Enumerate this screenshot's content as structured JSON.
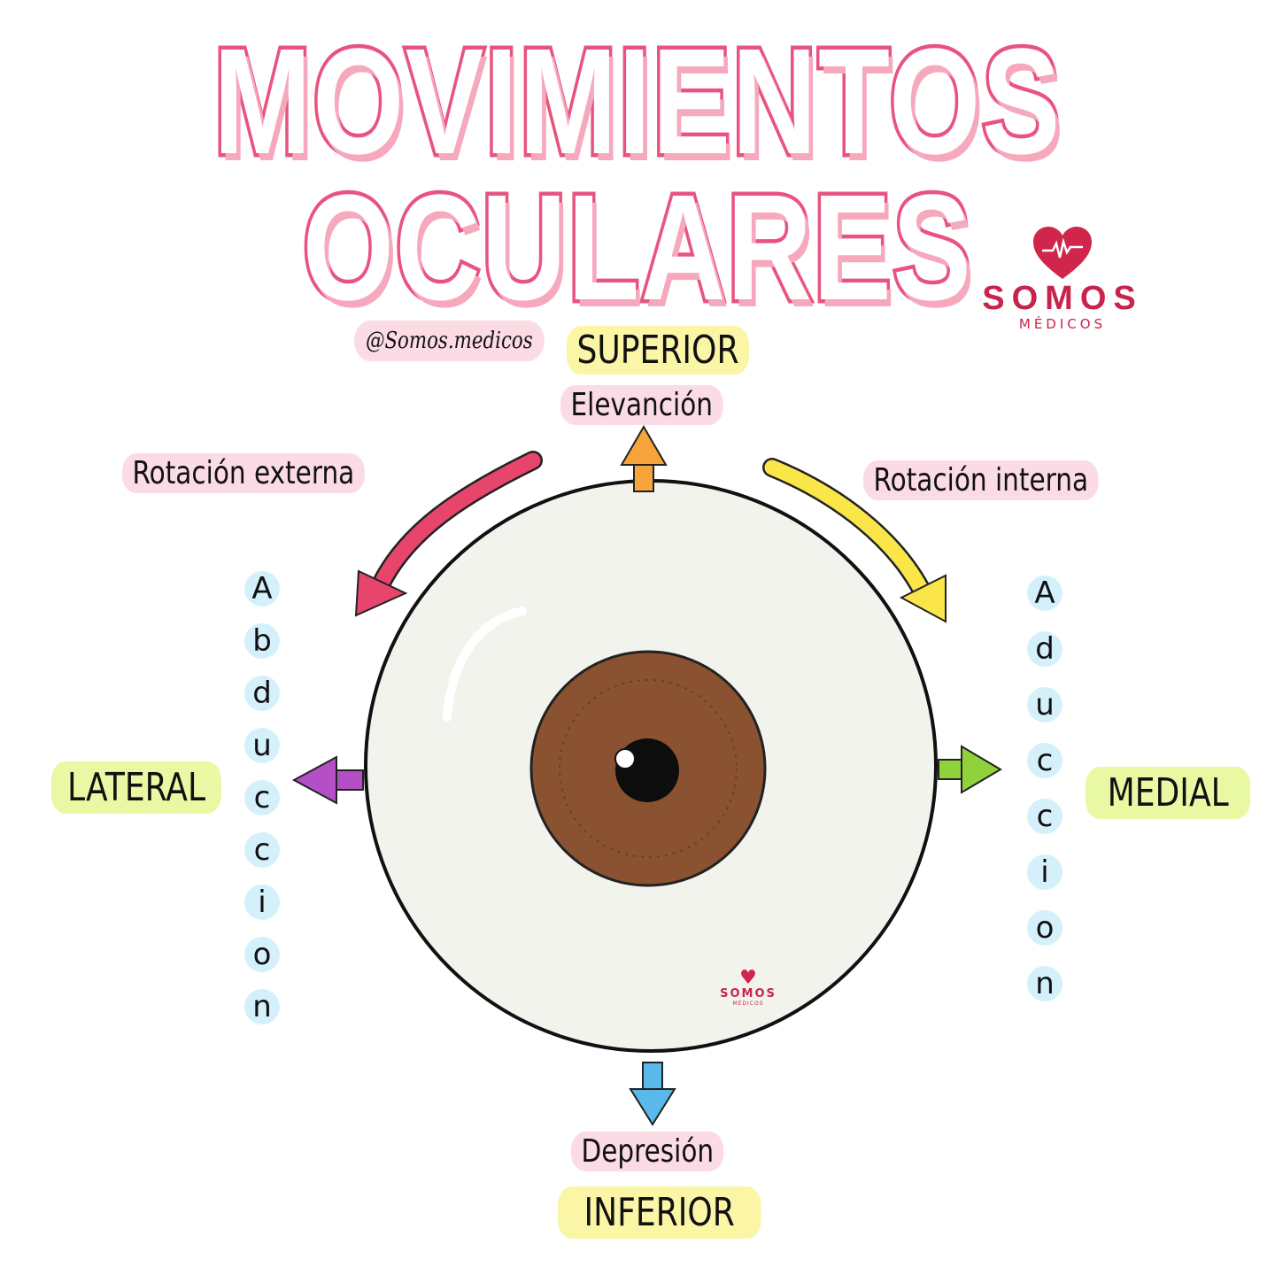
{
  "title": {
    "line1": "MOVIMIENTOS",
    "line2": "OCULARES"
  },
  "handle": "@Somos.medicos",
  "logo": {
    "name": "SOMOS",
    "subtitle": "MÉDICOS"
  },
  "labels": {
    "superior": "SUPERIOR",
    "elevacion": "Elevanción",
    "rotacion_externa": "Rotación externa",
    "rotacion_interna": "Rotación interna",
    "lateral": "LATERAL",
    "medial": "MEDIAL",
    "depresion": "Depresión",
    "inferior": "INFERIOR"
  },
  "abduccion_letters": [
    "A",
    "b",
    "d",
    "u",
    "c",
    "c",
    "i",
    "o",
    "n"
  ],
  "aduccion_letters": [
    "A",
    "d",
    "u",
    "c",
    "c",
    "i",
    "o",
    "n"
  ],
  "watermark": {
    "name": "SOMOS",
    "subtitle": "MÉDICOS"
  },
  "colors": {
    "title_pink": "#e8547f",
    "brand_red": "#c8234a",
    "iris": "#8a5230"
  }
}
